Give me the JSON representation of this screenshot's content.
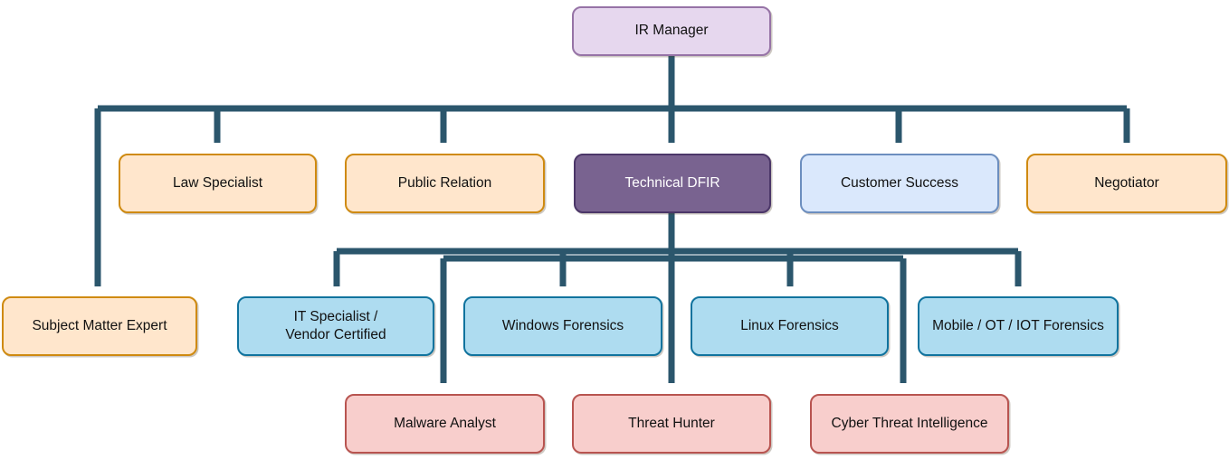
{
  "diagram": {
    "type": "org-chart",
    "subject": "Incident Response team structure"
  },
  "palette": {
    "connector": "#2b566c",
    "styles": {
      "purple-light": {
        "fill": "#e6d7ee",
        "stroke": "#9673a6",
        "text": "#111111"
      },
      "orange": {
        "fill": "#ffe6cc",
        "stroke": "#cf8a10",
        "text": "#111111"
      },
      "purple-dark": {
        "fill": "#796390",
        "stroke": "#4b3668",
        "text": "#ffffff"
      },
      "blue": {
        "fill": "#dae8fc",
        "stroke": "#6c8ebf",
        "text": "#111111"
      },
      "cyan": {
        "fill": "#aedcf0",
        "stroke": "#10739e",
        "text": "#111111"
      },
      "red": {
        "fill": "#f8cecc",
        "stroke": "#b85450",
        "text": "#111111"
      }
    }
  },
  "nodes": [
    {
      "id": "ir-manager",
      "label": "IR Manager",
      "level": 1,
      "style": "purple-light"
    },
    {
      "id": "law-specialist",
      "label": "Law Specialist",
      "level": 2,
      "style": "orange"
    },
    {
      "id": "public-relation",
      "label": "Public Relation",
      "level": 2,
      "style": "orange"
    },
    {
      "id": "technical-dfir",
      "label": "Technical DFIR",
      "level": 2,
      "style": "purple-dark"
    },
    {
      "id": "customer-success",
      "label": "Customer Success",
      "level": 2,
      "style": "blue"
    },
    {
      "id": "negotiator",
      "label": "Negotiator",
      "level": 2,
      "style": "orange"
    },
    {
      "id": "subject-matter-expert",
      "label": "Subject Matter Expert",
      "level": 3,
      "style": "orange"
    },
    {
      "id": "it-specialist-vendor-certified",
      "label": "IT Specialist /\nVendor Certified",
      "level": 3,
      "style": "cyan"
    },
    {
      "id": "windows-forensics",
      "label": "Windows Forensics",
      "level": 3,
      "style": "cyan"
    },
    {
      "id": "linux-forensics",
      "label": "Linux Forensics",
      "level": 3,
      "style": "cyan"
    },
    {
      "id": "mobile-ot-iot-forensics",
      "label": "Mobile / OT / IOT Forensics",
      "level": 3,
      "style": "cyan"
    },
    {
      "id": "malware-analyst",
      "label": "Malware Analyst",
      "level": 4,
      "style": "red"
    },
    {
      "id": "threat-hunter",
      "label": "Threat Hunter",
      "level": 4,
      "style": "red"
    },
    {
      "id": "cyber-threat-intelligence",
      "label": "Cyber Threat Intelligence",
      "level": 4,
      "style": "red"
    }
  ],
  "edges": [
    {
      "from": "ir-manager",
      "to": "law-specialist"
    },
    {
      "from": "ir-manager",
      "to": "public-relation"
    },
    {
      "from": "ir-manager",
      "to": "technical-dfir"
    },
    {
      "from": "ir-manager",
      "to": "customer-success"
    },
    {
      "from": "ir-manager",
      "to": "negotiator"
    },
    {
      "from": "ir-manager",
      "to": "subject-matter-expert"
    },
    {
      "from": "technical-dfir",
      "to": "it-specialist-vendor-certified"
    },
    {
      "from": "technical-dfir",
      "to": "windows-forensics"
    },
    {
      "from": "technical-dfir",
      "to": "linux-forensics"
    },
    {
      "from": "technical-dfir",
      "to": "mobile-ot-iot-forensics"
    },
    {
      "from": "technical-dfir",
      "to": "malware-analyst"
    },
    {
      "from": "technical-dfir",
      "to": "threat-hunter"
    },
    {
      "from": "technical-dfir",
      "to": "cyber-threat-intelligence"
    }
  ]
}
